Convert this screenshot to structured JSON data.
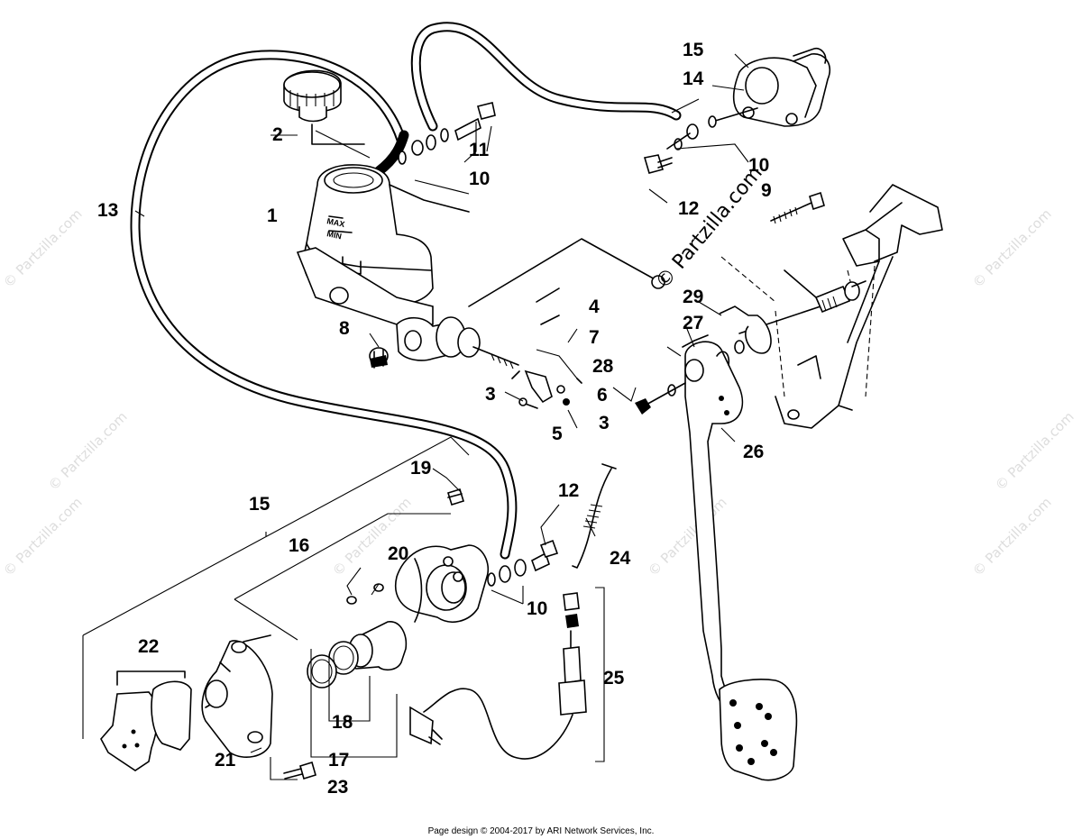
{
  "watermark": {
    "main_text": "© Partzilla.com",
    "faint_text": "© Partzilla.com"
  },
  "footer": {
    "text": "Page design © 2004-2017 by ARI Network Services, Inc."
  },
  "callouts": {
    "c1": "1",
    "c2": "2",
    "c3a": "3",
    "c3b": "3",
    "c4": "4",
    "c5": "5",
    "c6": "6",
    "c7": "7",
    "c8": "8",
    "c9": "9",
    "c10a": "10",
    "c10b": "10",
    "c10c": "10",
    "c11": "11",
    "c12a": "12",
    "c12b": "12",
    "c13": "13",
    "c14": "14",
    "c15a": "15",
    "c15b": "15",
    "c16": "16",
    "c17": "17",
    "c18": "18",
    "c19": "19",
    "c20": "20",
    "c21": "21",
    "c22": "22",
    "c23": "23",
    "c24": "24",
    "c25": "25",
    "c26": "26",
    "c27": "27",
    "c28": "28",
    "c29": "29"
  },
  "colors": {
    "line": "#000000",
    "background": "#ffffff",
    "watermark": "#dddddd"
  }
}
